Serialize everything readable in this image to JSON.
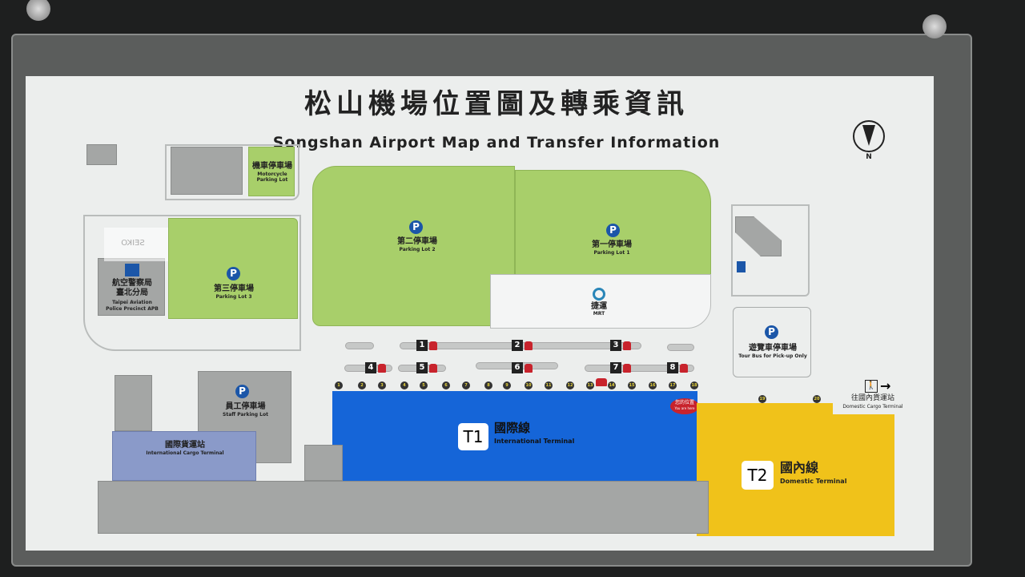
{
  "title_zh": "松山機場位置圖及轉乘資訊",
  "title_en": "Songshan Airport Map and Transfer Information",
  "north_label": "N",
  "areas": {
    "motorcycle_lot": {
      "zh": "機車停車場",
      "en": "Motorcycle Parking Lot"
    },
    "parking_lot_3": {
      "zh": "第三停車場",
      "en": "Parking Lot 3"
    },
    "parking_lot_2": {
      "zh": "第二停車場",
      "en": "Parking Lot 2"
    },
    "parking_lot_1": {
      "zh": "第一停車場",
      "en": "Parking Lot 1"
    },
    "police": {
      "zh1": "航空警察局",
      "zh2": "臺北分局",
      "en1": "Taipei Aviation",
      "en2": "Police Precinct APB"
    },
    "mrt": {
      "zh": "捷運",
      "en": "MRT"
    },
    "tour_bus": {
      "zh": "遊覽車停車場",
      "en": "Tour Bus for Pick-up Only"
    },
    "staff_lot": {
      "zh": "員工停車場",
      "en": "Staff Parking Lot"
    },
    "intl_cargo": {
      "zh": "國際貨運站",
      "en": "International Cargo Terminal"
    },
    "domestic_cargo": {
      "zh": "往國內貨運站",
      "en": "Domestic Cargo Terminal"
    },
    "t1": {
      "code": "T1",
      "zh": "國際線",
      "en": "International Terminal"
    },
    "t2": {
      "code": "T2",
      "zh": "國內線",
      "en": "Domestic Terminal"
    },
    "you_are_here": {
      "zh": "您的位置",
      "en": "You are here"
    }
  },
  "parking_symbol": "P",
  "clock_brand": "SEIKO",
  "bus_stops": [
    "1",
    "2",
    "3",
    "4",
    "5",
    "6",
    "7",
    "8"
  ],
  "gates": [
    "1",
    "2",
    "3",
    "4",
    "5",
    "6",
    "7",
    "8",
    "9",
    "10",
    "11",
    "12",
    "13",
    "14",
    "15",
    "16",
    "17",
    "18",
    "19",
    "20"
  ],
  "colors": {
    "t1": "#1565d8",
    "t2": "#f0c21a",
    "parking": "#a8cf6a",
    "bus": "#c8232c"
  }
}
